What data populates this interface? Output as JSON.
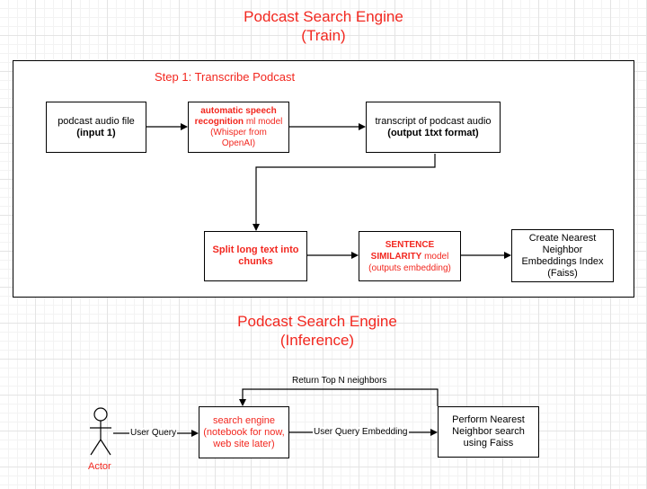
{
  "train_title": {
    "line1": "Podcast Search Engine",
    "line2": "(Train)"
  },
  "inference_title": {
    "line1": "Podcast Search Engine",
    "line2": "(Inference)"
  },
  "step1_label": "Step 1: Transcribe Podcast",
  "nodes": {
    "audio_file": {
      "line1": "podcast audio file",
      "line2": "(input 1)"
    },
    "asr": {
      "line1": "automatic speech",
      "line2": "recognition",
      "line2b": " ml model",
      "line3": "(Whisper from",
      "line4": "OpenAI)"
    },
    "transcript": {
      "line1": "transcript of podcast audio",
      "line2": "(output 1txt format)"
    },
    "split": {
      "line1": "Split long text into",
      "line2": "chunks"
    },
    "sentence_similarity": {
      "line1": "SENTENCE",
      "line2": "SIMILARITY",
      "line2b": " model",
      "line3": "(outputs embedding)"
    },
    "nn_index": {
      "line1": "Create Nearest",
      "line2": "Neighbor",
      "line3": "Embeddings Index",
      "line4": "(Faiss)"
    },
    "search_engine": {
      "line1": "search engine",
      "line2": "(notebook for now,",
      "line3": "web site later)"
    },
    "nn_search": {
      "line1": "Perform Nearest",
      "line2": "Neighbor search",
      "line3": "using Faiss"
    }
  },
  "actor_label": "Actor",
  "edges": {
    "user_query": "User Query",
    "user_query_embedding": "User Query Embedding",
    "return_top_n": "Return Top N neighbors"
  },
  "colors": {
    "accent_red": "#f2271f",
    "line": "#000000"
  }
}
